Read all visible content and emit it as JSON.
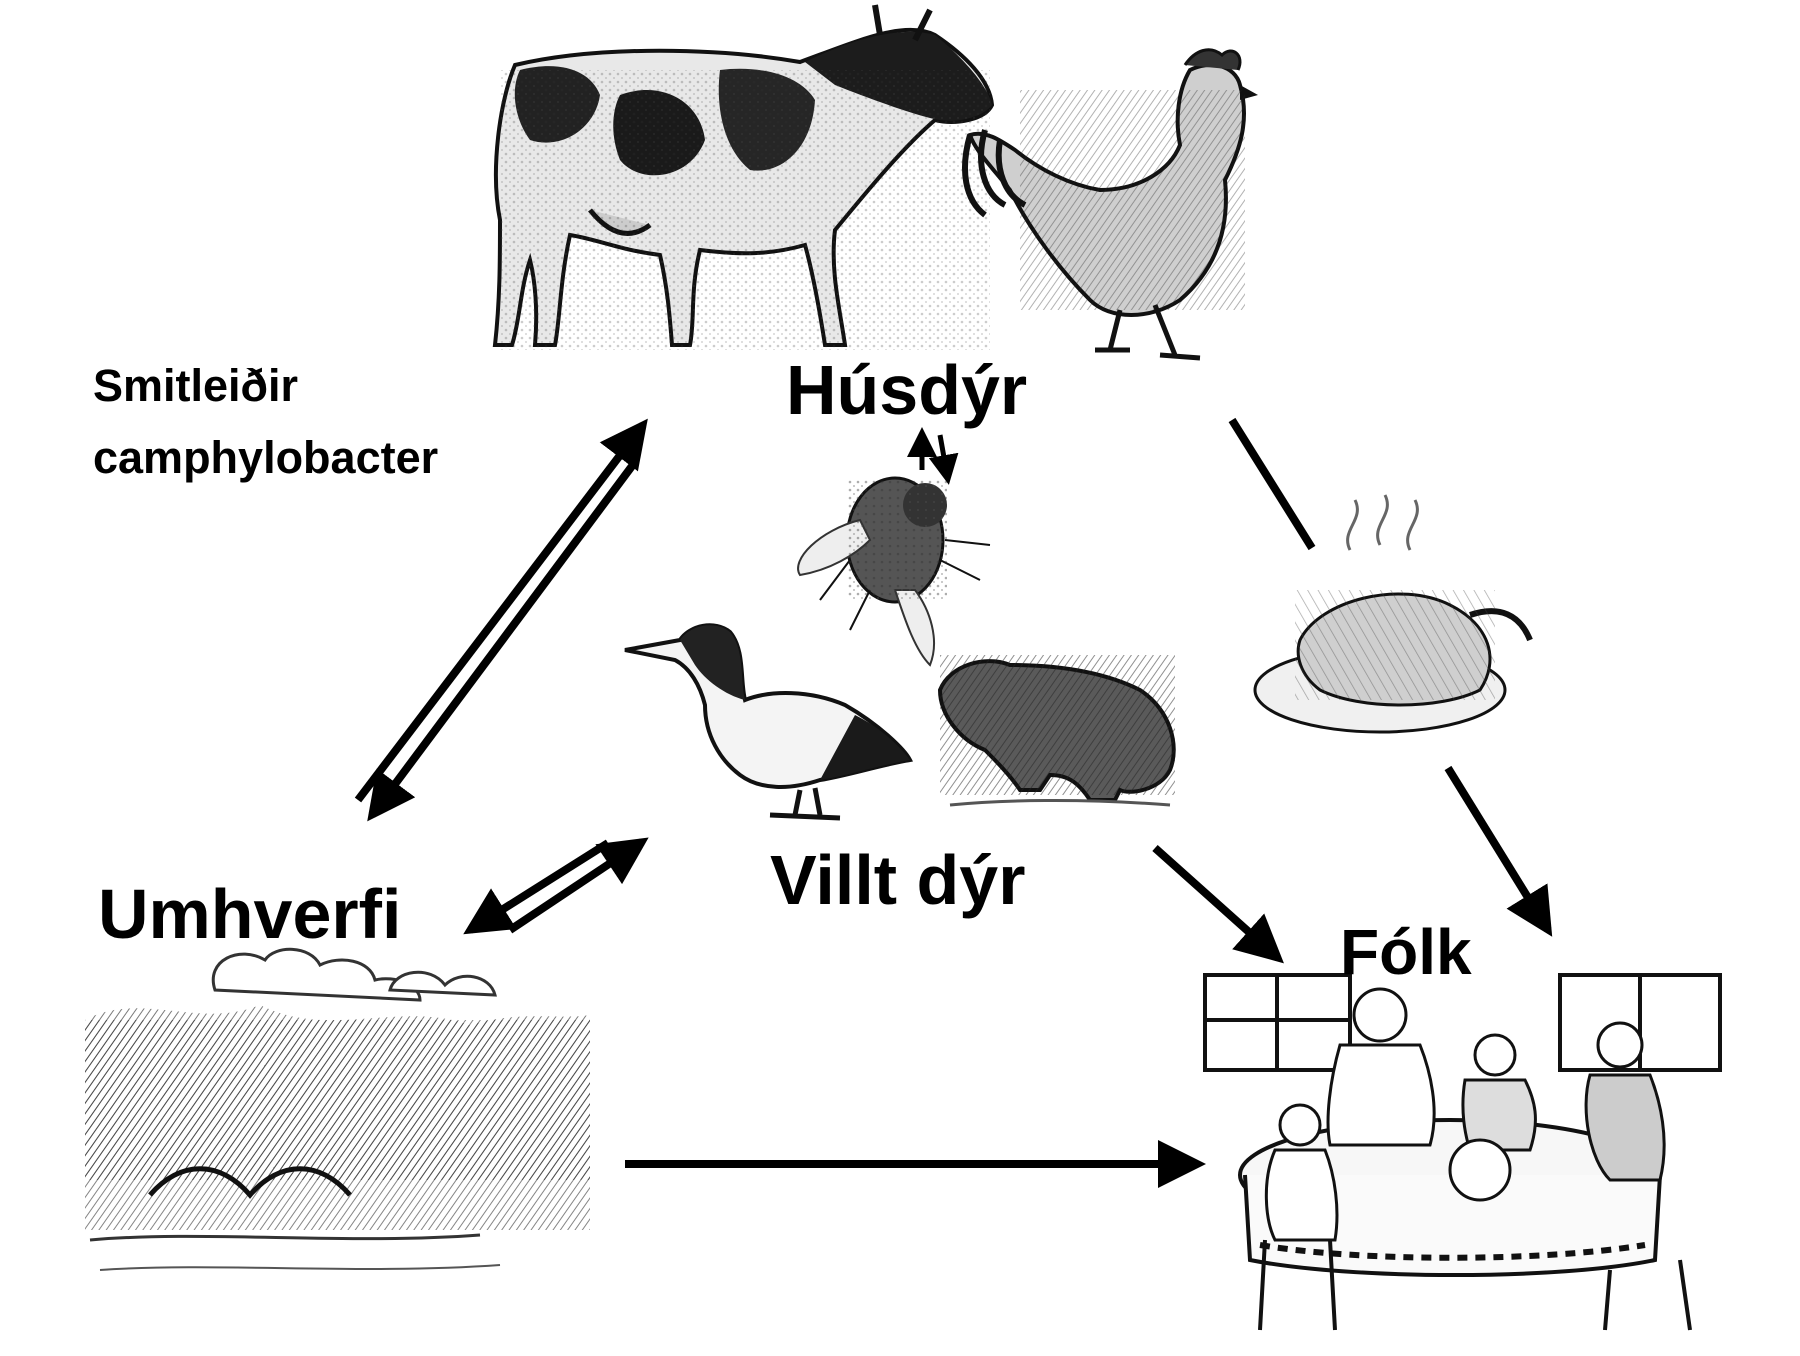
{
  "title": {
    "line1": "Smitleiðir",
    "line2": "camphylobacter"
  },
  "nodes": {
    "domestic": "Húsdýr",
    "wild": "Villt dýr",
    "environment": "Umhverfi",
    "people": "Fólk"
  },
  "illustrations": [
    "cow-illustration",
    "rooster-illustration",
    "fly-illustration",
    "duck-illustration",
    "rodent-illustration",
    "roast-chicken-illustration",
    "landscape-illustration",
    "family-dinner-illustration"
  ],
  "colors": {
    "ink": "#000000",
    "background": "#ffffff"
  }
}
